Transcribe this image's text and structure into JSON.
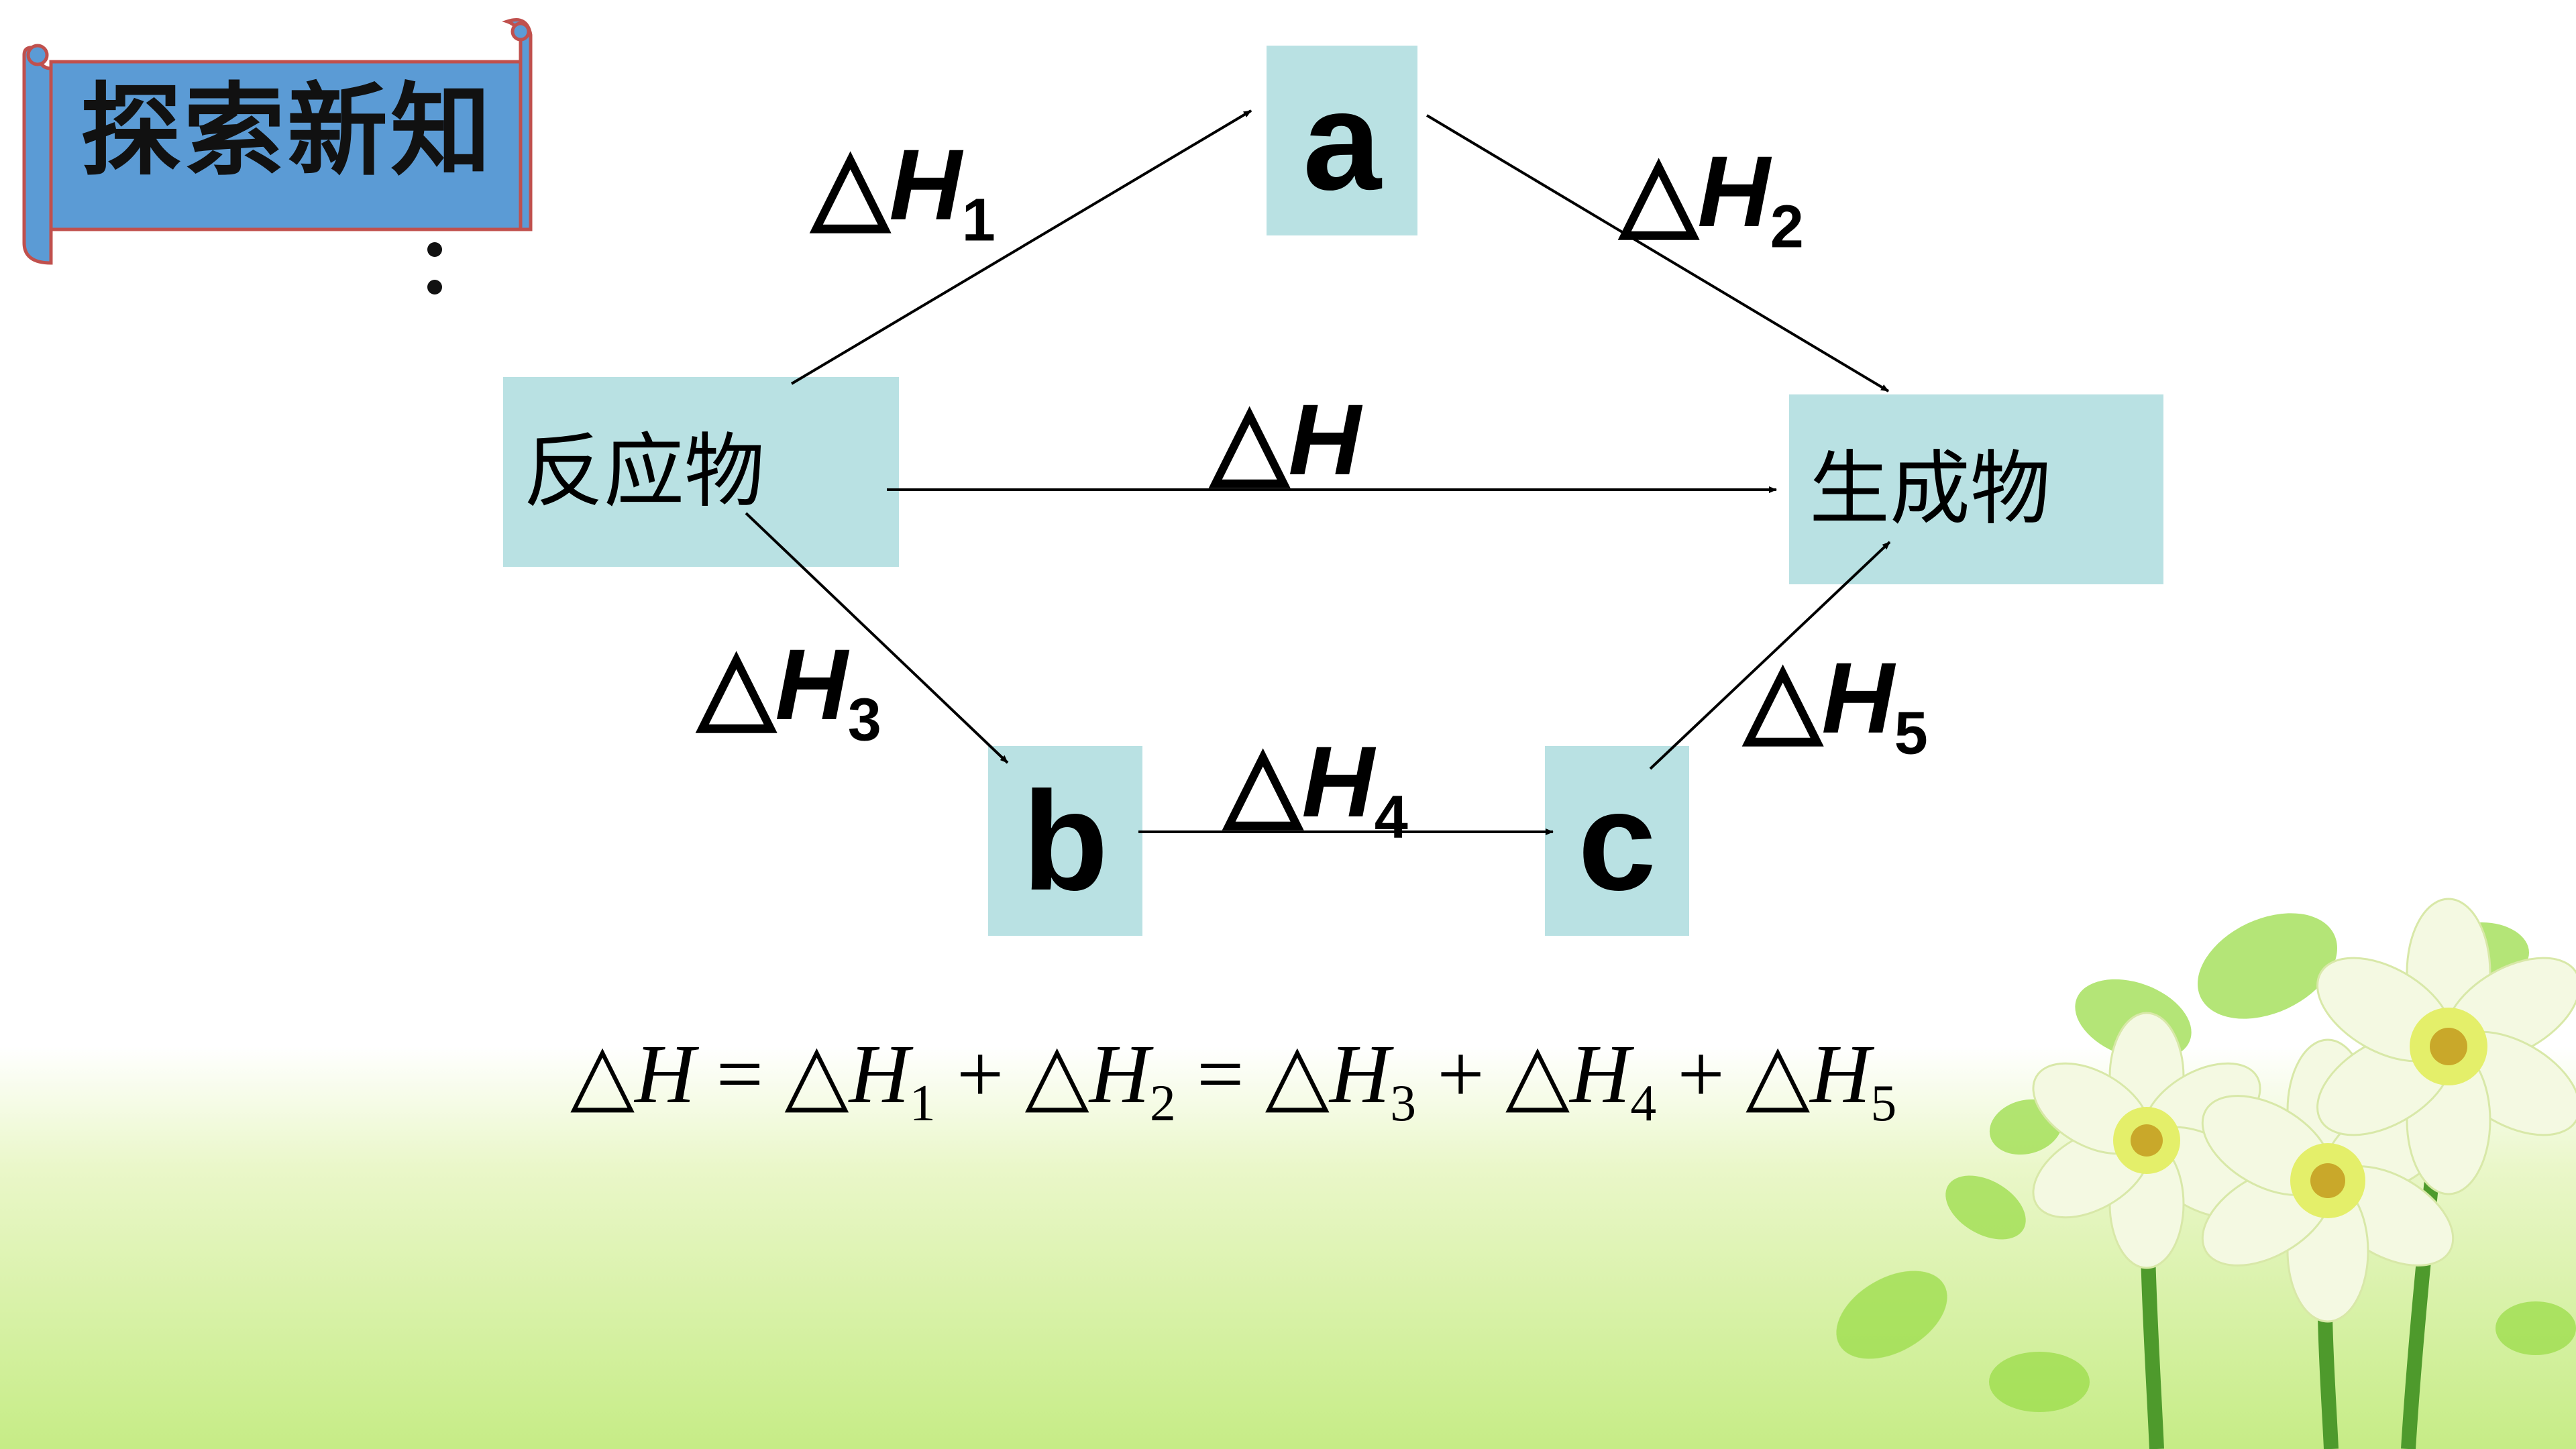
{
  "banner": {
    "title": "探索新知",
    "colon": ":"
  },
  "nodes": {
    "reactant": "反应物",
    "product": "生成物",
    "a": "a",
    "b": "b",
    "c": "c"
  },
  "arrow_labels": {
    "delta": "△",
    "h": "H",
    "dh": {
      "sub": ""
    },
    "dh1": {
      "sub": "1"
    },
    "dh2": {
      "sub": "2"
    },
    "dh3": {
      "sub": "3"
    },
    "dh4": {
      "sub": "4"
    },
    "dh5": {
      "sub": "5"
    }
  },
  "equation": {
    "delta": "△",
    "h": "H",
    "eq": " = ",
    "plus": " + ",
    "subs": [
      "1",
      "2",
      "3",
      "4",
      "5"
    ]
  },
  "colors": {
    "box_fill": "#b9e1e3",
    "banner_fill": "#5b9bd5",
    "banner_edge": "#c0504d",
    "ground": "#c6ec86"
  }
}
